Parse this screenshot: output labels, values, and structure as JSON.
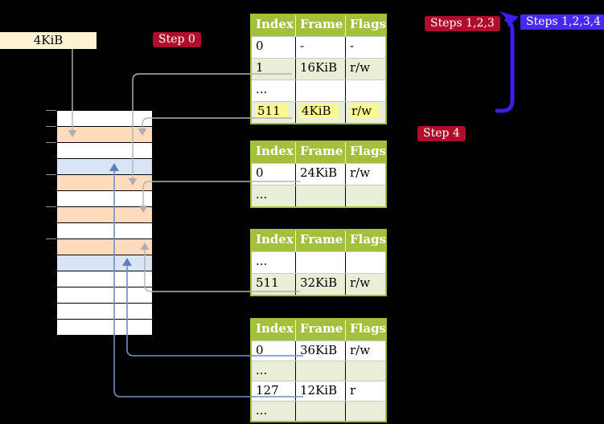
{
  "labels": {
    "frame_size": "4KiB",
    "step0": "Step 0",
    "steps123": "Steps 1,2,3",
    "steps1234": "Steps 1,2,3,4",
    "step4": "Step 4"
  },
  "colors": {
    "table_header_green": "#a3c03c",
    "table_row_green": "#e9efd6",
    "highlight_yellow": "#fcf992",
    "memory_frame_orange": "#fcdcbc",
    "memory_frame_blue": "#d9e4f5",
    "step_badge_red": "#b00c2b",
    "steps_badge_blue": "#4629f0",
    "connector_gray": "#b3b3b3",
    "connector_steel_blue": "#6e90c5",
    "loop_arrow_blue": "#3a1ee9",
    "frame_size_box_cream": "#fdf2d2"
  },
  "tables": [
    {
      "name": "page-table-1",
      "headers": [
        "Index",
        "Frame",
        "Flags"
      ],
      "rows": [
        {
          "cells": [
            "0",
            "-",
            "-"
          ],
          "shaded": false,
          "highlight": false
        },
        {
          "cells": [
            "1",
            "16KiB",
            "r/w"
          ],
          "shaded": true,
          "highlight": false
        },
        {
          "cells": [
            "...",
            "",
            ""
          ],
          "shaded": false,
          "highlight": false
        },
        {
          "cells": [
            "511",
            "4KiB",
            "r/w"
          ],
          "shaded": true,
          "highlight": true
        }
      ]
    },
    {
      "name": "page-table-2",
      "headers": [
        "Index",
        "Frame",
        "Flags"
      ],
      "rows": [
        {
          "cells": [
            "0",
            "24KiB",
            "r/w"
          ],
          "shaded": false,
          "highlight": false
        },
        {
          "cells": [
            "...",
            "",
            ""
          ],
          "shaded": true,
          "highlight": false
        }
      ]
    },
    {
      "name": "page-table-3",
      "headers": [
        "Index",
        "Frame",
        "Flags"
      ],
      "rows": [
        {
          "cells": [
            "...",
            "",
            ""
          ],
          "shaded": false,
          "highlight": false
        },
        {
          "cells": [
            "511",
            "32KiB",
            "r/w"
          ],
          "shaded": true,
          "highlight": false
        }
      ]
    },
    {
      "name": "page-table-4",
      "headers": [
        "Index",
        "Frame",
        "Flags"
      ],
      "rows": [
        {
          "cells": [
            "0",
            "36KiB",
            "r/w"
          ],
          "shaded": false,
          "highlight": false
        },
        {
          "cells": [
            "...",
            "",
            ""
          ],
          "shaded": true,
          "highlight": false
        },
        {
          "cells": [
            "127",
            "12KiB",
            "r"
          ],
          "shaded": false,
          "highlight": false
        },
        {
          "cells": [
            "...",
            "",
            ""
          ],
          "shaded": true,
          "highlight": false
        }
      ]
    }
  ],
  "memory": {
    "rows": [
      "white",
      "orange",
      "white",
      "blue",
      "orange",
      "white",
      "orange",
      "white",
      "orange",
      "blue",
      "white",
      "white",
      "white",
      "white"
    ]
  }
}
